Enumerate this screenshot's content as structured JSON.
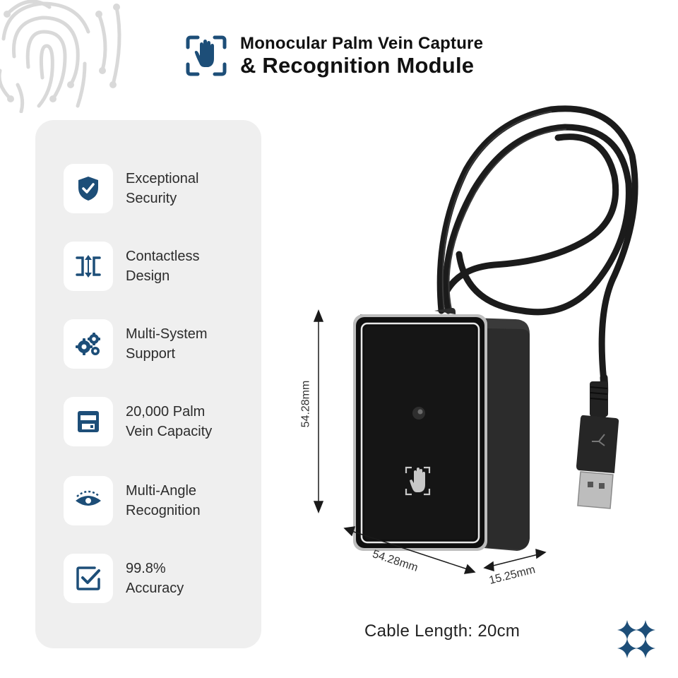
{
  "header": {
    "title_line1": "Monocular Palm Vein Capture",
    "title_line2": "& Recognition Module",
    "logo_icon": "palm-scan-icon"
  },
  "features": [
    {
      "icon": "shield-check-icon",
      "line1": "Exceptional",
      "line2": "Security"
    },
    {
      "icon": "contactless-icon",
      "line1": "Contactless",
      "line2": "Design"
    },
    {
      "icon": "gears-icon",
      "line1": "Multi-System",
      "line2": "Support"
    },
    {
      "icon": "storage-icon",
      "line1": "20,000 Palm",
      "line2": "Vein Capacity"
    },
    {
      "icon": "eye-angle-icon",
      "line1": "Multi-Angle",
      "line2": "Recognition"
    },
    {
      "icon": "checkbox-icon",
      "line1": "99.8%",
      "line2": "Accuracy"
    }
  ],
  "dimensions": {
    "height": "54.28mm",
    "width": "54.28mm",
    "depth": "15.25mm"
  },
  "cable_length": "Cable Length: 20cm",
  "colors": {
    "accent": "#1d4e78",
    "panel": "#efefef",
    "device": "#1a1a1a"
  }
}
